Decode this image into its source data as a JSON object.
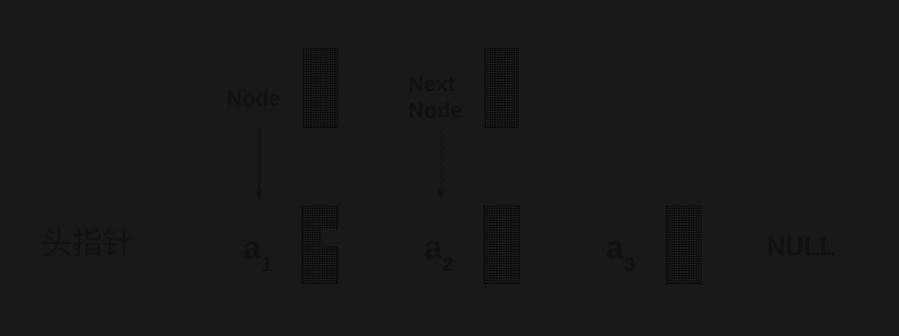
{
  "diagram": {
    "title": "linked-list-node-structure",
    "background_color": "#181818",
    "ink_color": "#111111",
    "box_fill_color": "#1b1b1b",
    "box_hatch_color": "#0c0c0c",
    "annotations": {
      "node_label": "Node",
      "next_node_label_line1": "Next",
      "next_node_label_line2": "Node"
    },
    "chain": {
      "head_pointer_label": "头指针",
      "elements": [
        {
          "name": "a",
          "subscript": "1"
        },
        {
          "name": "a",
          "subscript": "2"
        },
        {
          "name": "a",
          "subscript": "3"
        }
      ],
      "terminator_label": "NULL"
    },
    "arrows": [
      {
        "name": "node-arrow",
        "style": "solid",
        "direction": "down"
      },
      {
        "name": "next-node-arrow",
        "style": "dashed",
        "direction": "down"
      }
    ]
  }
}
